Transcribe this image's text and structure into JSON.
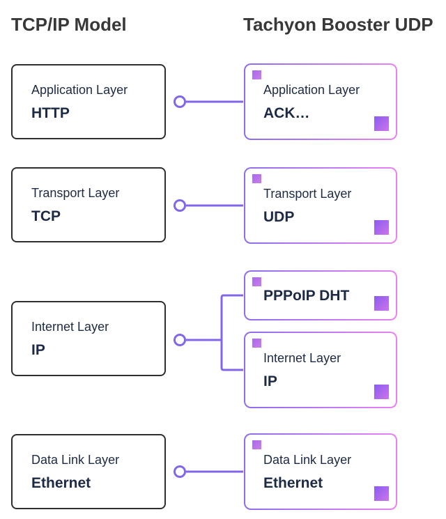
{
  "headers": {
    "left": "TCP/IP Model",
    "right": "Tachyon Booster UDP"
  },
  "left_boxes": [
    {
      "label": "Application Layer",
      "value": "HTTP"
    },
    {
      "label": "Transport Layer",
      "value": "TCP"
    },
    {
      "label": "Internet Layer",
      "value": "IP"
    },
    {
      "label": "Data Link Layer",
      "value": "Ethernet"
    }
  ],
  "right_boxes": [
    {
      "label": "Application Layer",
      "value": "ACK…"
    },
    {
      "label": "Transport Layer",
      "value": "UDP"
    },
    {
      "label": "",
      "value": "PPPoIP DHT"
    },
    {
      "label": "Internet Layer",
      "value": "IP"
    },
    {
      "label": "Data Link Layer",
      "value": "Ethernet"
    }
  ],
  "colors": {
    "connector": "#8266e9",
    "left-box-border": "#2e2e2e",
    "right-border-start": "#8d6cf0",
    "right-border-end": "#e982f2",
    "square-small-start": "#a76ae9",
    "square-small-end": "#c97ee8",
    "square-large-start": "#8a5cf0",
    "square-large-end": "#cc74e9",
    "heading-text": "#383838",
    "box-text": "#1d2a45",
    "background": "#ffffff"
  }
}
